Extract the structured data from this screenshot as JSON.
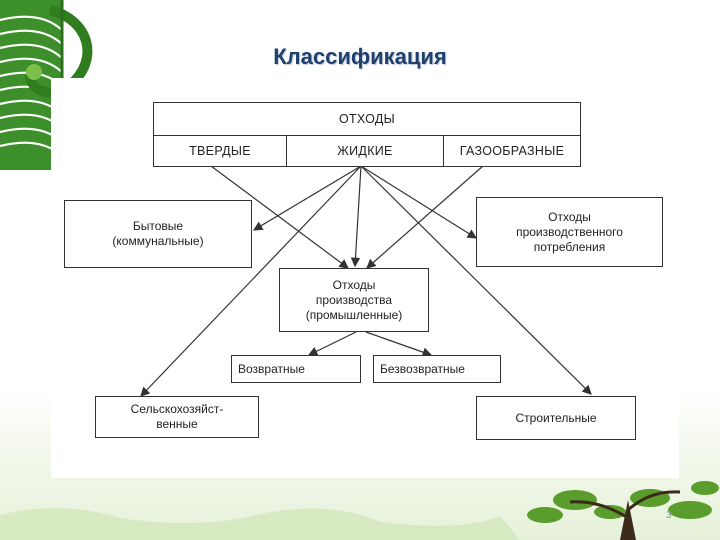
{
  "title": "Классификация",
  "page_number": "3",
  "diagram": {
    "top": "ОТХОДЫ",
    "states": [
      "ТВЕРДЫЕ",
      "ЖИДКИЕ",
      "ГАЗООБРАЗНЫЕ"
    ],
    "household": "Бытовые\n(коммунальные)",
    "consumption": "Отходы\nпроизводственного\nпотребления",
    "production": "Отходы\nпроизводства\n(промышленные)",
    "returnable": "Возвратные",
    "nonreturnable": "Безвозвратные",
    "agricultural": "Сельскохозяйст-\nвенные",
    "construction": "Строительные"
  },
  "colors": {
    "title": "#1f3f6e",
    "lines": "#333333",
    "decoration": "#4a9b2e"
  }
}
